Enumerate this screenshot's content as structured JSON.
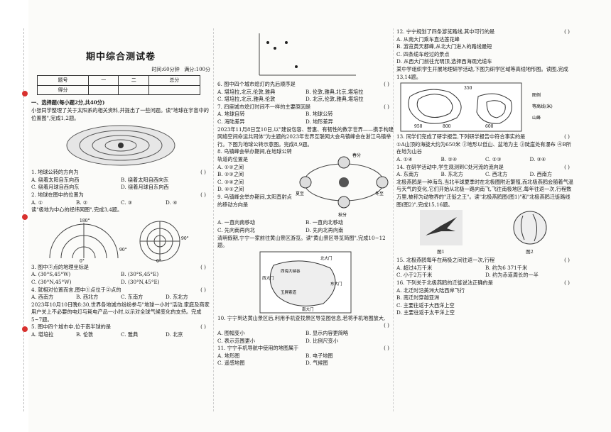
{
  "title": "期中综合测试卷",
  "meta": {
    "time": "时间:60分钟",
    "score": "满分:100分"
  },
  "score_table": {
    "row1": [
      "题号",
      "一",
      "二",
      "总分"
    ],
    "row2_label": "得分"
  },
  "section1": "一、选择题(每小题2分,共40分)",
  "intro12": "小张同学整理了关于太阳系的相关资料,并提出了一些问题。读\"地球在宇宙中的位置图\",完成1,2题。",
  "q1": {
    "stem": "1. 地球公转的方向为",
    "paren": "(    )",
    "opts": [
      "A. 绕着太阳自东向西",
      "B. 绕着太阳自西向东",
      "C. 绕着月球自西向东",
      "D. 绕着月球自东向西"
    ]
  },
  "q2": {
    "stem": "2. 地球在图中的位置为",
    "paren": "(    )",
    "opts": [
      "A. ①",
      "B. ②",
      "C. ③",
      "D. ④"
    ]
  },
  "intro34": "读\"极地为中心的经纬网图\",完成3,4题。",
  "fig34_labels": [
    "180°",
    "90°",
    "0°",
    "90°",
    "0°"
  ],
  "q3": {
    "stem": "3. 图中②点的地理坐标是",
    "paren": "(    )",
    "opts": [
      "A. (30°S,45°W)",
      "B. (30°S,45°E)",
      "C. (30°N,45°W)",
      "D. (30°N,45°E)"
    ]
  },
  "q4": {
    "stem": "4. 就相对位置而言,图中①点位于②点的",
    "paren": "(    )",
    "opts": [
      "A. 西南方",
      "B. 西北方",
      "C. 东南方",
      "D. 东北方"
    ]
  },
  "intro57": "2023年10月10日晚8:30,世界各地城市纷纷参与\"地球一小时\"活动,家庭及商家用户关上不必要的电灯与耗电产品一小时,以示对全球气候变化的支持。完成5~7题。",
  "q5": {
    "stem": "5. 图中四个城市中,位于南半球的是",
    "paren": "(    )",
    "opts": [
      "A. 堪培拉",
      "B. 伦敦",
      "C. 雅典",
      "D. 北京"
    ]
  },
  "q6": {
    "stem": "6. 图中四个城市熄灯的先后顺序是",
    "paren": "(    )",
    "opts": [
      "A. 堪培拉,北京,伦敦,雅典",
      "B. 伦敦,雅典,北京,堪培拉",
      "C. 堪培拉,北京,雅典,伦敦",
      "D. 北京,伦敦,雅典,堪培拉"
    ]
  },
  "q7": {
    "stem": "7. 四座城市熄灯时间不一样的主要原因是",
    "paren": "(    )",
    "opts": [
      "A. 地球自转",
      "B. 地球公转",
      "C. 海陆差异",
      "D. 地形差异"
    ]
  },
  "intro89": "2023年11月8日至10日,以\"建设包容、普惠、有韧性的数字世界——携手构建网络空间命运共同体\"为主题的2023年世界互联网大会乌镇峰会在浙江乌镇举行。下图为地球公转示意图。完成8,9题。",
  "q8": {
    "stem": "8. 乌镇峰会举办期间,在地球公转轨道的位置是",
    "paren": "(    )",
    "opts": [
      "A. ①②之间",
      "B. ②③之间",
      "C. ③④之间",
      "D. ④①之间"
    ]
  },
  "fig89_labels": [
    "夏至",
    "冬至",
    "春分",
    "秋分"
  ],
  "q9": {
    "stem": "9. 乌镇峰会举办期间,太阳直射点的移动方向是",
    "paren": "(    )",
    "opts": [
      "A. 一直向南移动",
      "B. 一直向北移动",
      "C. 先向南再向北",
      "D. 先向北再向南"
    ]
  },
  "intro1011": "清明假期,宁宁一家前往黄山景区游览。读\"黄山景区导览简图\",完成10~12题。",
  "map_labels": [
    "北大门",
    "东大门",
    "西大门",
    "南大门",
    "西海大峡谷",
    "玉屏索道"
  ],
  "q10": {
    "stem": "10. 宁宁到达黄山景区后,利用手机查找景区导览图信息,若将手机地图放大,",
    "paren": "(    )",
    "opts": [
      "A. 图幅变小",
      "B. 显示内容更简略",
      "C. 表示范围更小",
      "D. 比例尺变小"
    ]
  },
  "q11": {
    "stem": "11. 宁宁手机导航中使用的地图属于",
    "paren": "(    )",
    "opts": [
      "A. 地形图",
      "B. 电子地图",
      "C. 遥感地图",
      "D. 气候图"
    ]
  },
  "q12": {
    "stem": "12. 宁宁规划了四条游览路线,其中可行的是",
    "paren": "(    )",
    "opts": [
      "A. 从南大门乘车直达莲花峰",
      "B. 游览黄天都峰,从北大门进入的路线最短",
      "C. 四条缆车经过的景点",
      "D. 从西大门前往光明顶,选择西海观光缆车"
    ]
  },
  "intro1314": "某中学组织学生开展地理研学活动,下图为研学区域等高线地形图。读图,完成13,14题。",
  "contour_labels": [
    "950",
    "800",
    "350",
    "600",
    "山峰",
    "等高线(米)",
    "图例"
  ],
  "q13": {
    "stem": "13. 同学们完成了研学报告,下列研学报告中符合事实的是",
    "paren": "(    )",
    "items": "①A山顶的海拔大约为650米  ②地形以低山、盆地为主  ③陡崖处有瀑布  ④B所在地为山谷",
    "opts": [
      "A. ①④",
      "B. ②④",
      "C. ②③",
      "D. ③④"
    ]
  },
  "q14": {
    "stem": "14. 在研学活动中,学生观测到C处河流的流向是",
    "paren": "(    )",
    "opts": [
      "A. 东南方",
      "B. 东北方",
      "C. 西北方",
      "D. 西南方"
    ]
  },
  "intro1516": "北极燕鸥是一种海鸟,当北半球夏季时在北极圈附近繁殖,而北极燕鸥会随着气温与天气的变化,它们开始从北极一路向南飞,飞往南极地区,每年往返一次,行程数万里,被称为动物界的\"迁徙之王\"。读\"北极燕鸥图(图1)\"和\"北极燕鸥迁徙路线图(图2)\",完成15,16题。",
  "fig_caps": [
    "图1",
    "图2"
  ],
  "q15": {
    "stem": "15. 北极燕鸥每年在两极之间往返一次,行程",
    "paren": "(    )",
    "opts": [
      "A. 超过4万千米",
      "B. 约为6 371千米",
      "C. 小于2万千米",
      "D. 约为赤道周长的一半"
    ]
  },
  "q16": {
    "stem": "16. 下列关于北极燕鸥的迁徙说法正确的是",
    "paren": "(    )",
    "opts": [
      "A. 北迁时沿美洲大陆西岸飞行",
      "B. 南迁时穿越亚洲",
      "C. 主要往返于大西洋上空",
      "D. 主要往返于太平洋上空"
    ]
  }
}
